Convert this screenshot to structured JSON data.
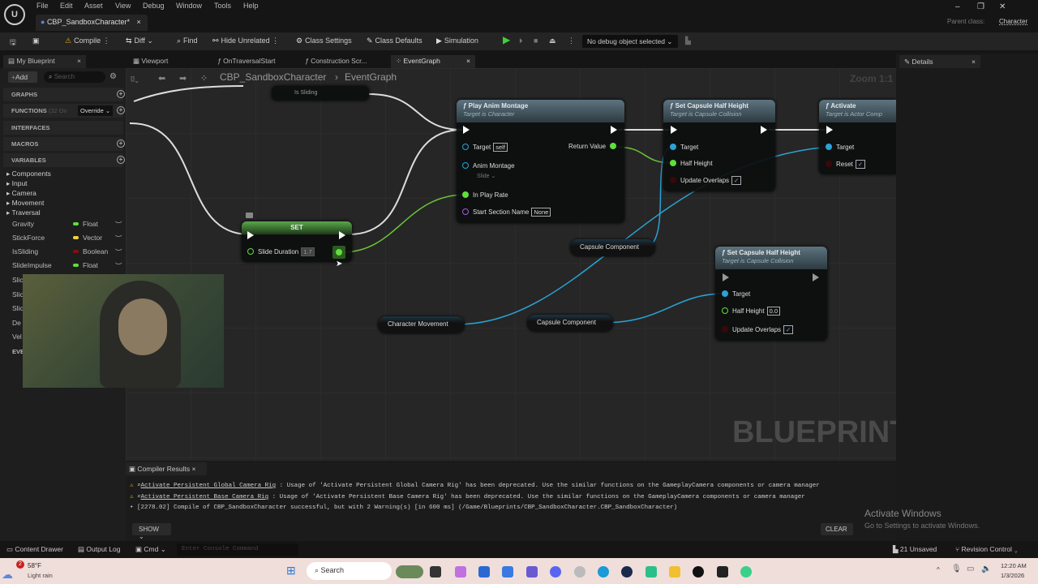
{
  "menu": [
    "File",
    "Edit",
    "Asset",
    "View",
    "Debug",
    "Window",
    "Tools",
    "Help"
  ],
  "doc_tab": "CBP_SandboxCharacter*",
  "parent_class_label": "Parent class:",
  "parent_class": "Character",
  "toolbar": {
    "compile": "Compile",
    "diff": "Diff",
    "find": "Find",
    "hide_unrelated": "Hide Unrelated",
    "class_settings": "Class Settings",
    "class_defaults": "Class Defaults",
    "simulation": "Simulation",
    "debug_object": "No debug object selected"
  },
  "tabs": {
    "my_blueprint": "My Blueprint",
    "viewport": "Viewport",
    "on_traversal_start": "OnTraversalStart",
    "construction": "Construction Scr...",
    "event_graph": "EventGraph",
    "details": "Details"
  },
  "left": {
    "add": "Add",
    "search_placeholder": "Search",
    "graphs": "GRAPHS",
    "functions": "FUNCTIONS",
    "functions_count": "(32 Ov",
    "override": "Override",
    "interfaces": "INTERFACES",
    "macros": "MACROS",
    "variables": "VARIABLES",
    "categories": [
      "Components",
      "Input",
      "Camera",
      "Movement",
      "Traversal"
    ],
    "vars": [
      {
        "name": "Gravity",
        "type": "Float",
        "color": "#5ee03a"
      },
      {
        "name": "StickForce",
        "type": "Vector",
        "color": "#f2d13a"
      },
      {
        "name": "IsSliding",
        "type": "Boolean",
        "color": "#8a0d0d"
      },
      {
        "name": "SlideImpulse",
        "type": "Float",
        "color": "#5ee03a"
      }
    ],
    "truncated": [
      "Slic",
      "Slic",
      "Slic",
      "De",
      "Vel",
      "EVE"
    ]
  },
  "breadcrumb": {
    "root": "CBP_SandboxCharacter",
    "leaf": "EventGraph"
  },
  "zoom": "Zoom 1:1",
  "watermark": "BLUEPRINT",
  "nodes": {
    "is_sliding": "Is Sliding",
    "play_anim": {
      "title": "Play Anim Montage",
      "sub": "Target is Character",
      "target": "Target",
      "target_val": "self",
      "anim_montage": "Anim Montage",
      "anim_val": "Slide",
      "play_rate": "In Play Rate",
      "section": "Start Section Name",
      "section_val": "None",
      "return": "Return Value"
    },
    "set_half1": {
      "title": "Set Capsule Half Height",
      "sub": "Target is Capsule Collision",
      "target": "Target",
      "half": "Half Height",
      "update": "Update Overlaps"
    },
    "activate": {
      "title": "Activate",
      "sub": "Target is Actor Comp",
      "target": "Target",
      "reset": "Reset"
    },
    "set": {
      "title": "SET",
      "var": "Slide Duration",
      "val": "1.7"
    },
    "capsule1": "Capsule Component",
    "capsule2": "Capsule Component",
    "char_move": "Character Movement",
    "set_half2": {
      "title": "Set Capsule Half Height",
      "sub": "Target is Capsule Collision",
      "target": "Target",
      "half": "Half Height",
      "half_val": "0.0",
      "update": "Update Overlaps"
    }
  },
  "compiler": {
    "title": "Compiler Results",
    "lines": [
      {
        "link": "Activate Persistent Global Camera Rig",
        "msg": ": Usage of 'Activate Persistent Global Camera Rig' has been deprecated. Use the similar functions on the GameplayCamera components or camera manager"
      },
      {
        "link": "Activate Persistent Base Camera Rig",
        "msg": ": Usage of 'Activate Persistent Base Camera Rig' has been deprecated. Use the similar functions on the GameplayCamera components or camera manager"
      }
    ],
    "summary": "• [2278.02] Compile of CBP_SandboxCharacter successful, but with 2 Warning(s) [in 600 ms] (/Game/Blueprints/CBP_SandboxCharacter.CBP_SandboxCharacter)",
    "show": "SHOW",
    "clear": "CLEAR"
  },
  "activate_windows": {
    "title": "Activate Windows",
    "sub": "Go to Settings to activate Windows."
  },
  "status": {
    "content_drawer": "Content Drawer",
    "output_log": "Output Log",
    "cmd": "Cmd",
    "console_placeholder": "Enter Console Command",
    "unsaved": "21 Unsaved",
    "revision": "Revision Control"
  },
  "taskbar": {
    "weather_temp": "58°F",
    "weather_desc": "Light rain",
    "weather_badge": "2",
    "search": "Search",
    "time": "12:20 AM",
    "date": "1/3/2026"
  }
}
